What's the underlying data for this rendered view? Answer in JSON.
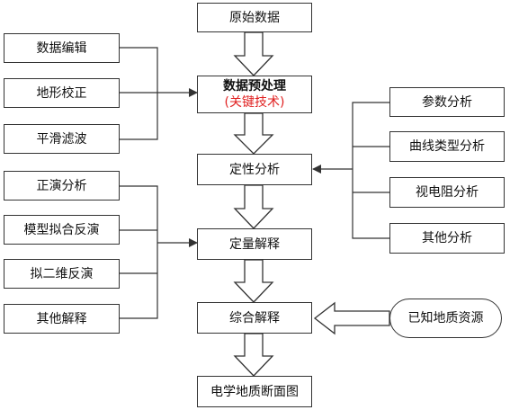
{
  "nodes": {
    "raw_data": "原始数据",
    "preprocess": "数据预处理",
    "preprocess_note": "(关键技术)",
    "qualitative": "定性分析",
    "quantitative": "定量解释",
    "integrated": "综合解释",
    "section_map": "电学地质断面图",
    "data_edit": "数据编辑",
    "terrain_correction": "地形校正",
    "smoothing": "平滑滤波",
    "param_analysis": "参数分析",
    "curve_type_analysis": "曲线类型分析",
    "apparent_resistivity_analysis": "视电阻分析",
    "other_analysis": "其他分析",
    "forward_analysis": "正演分析",
    "model_fit_inversion": "模型拟合反演",
    "pseudo_2d_inversion": "拟二维反演",
    "other_interpretation": "其他解释",
    "known_geology": "已知地质资源"
  },
  "colors": {
    "line": "#333333",
    "note": "#e02020"
  }
}
